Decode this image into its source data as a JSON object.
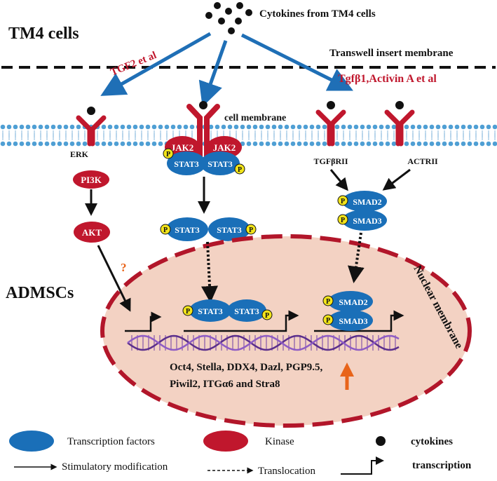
{
  "labels": {
    "cytokines_source": "Cytokines from TM4 cells",
    "tm4_cells": "TM4 cells",
    "transwell": "Transwell  insert membrane",
    "tgf2": "TGF2 et al",
    "tgfb1_activin": "Tgfβ1,Activin A et al",
    "cell_membrane": "cell membrane",
    "admscs": "ADMSCs",
    "nuclear_membrane": "Nuclear membrane",
    "question": "?",
    "genes_line1": "Oct4, Stella, DDX4, Dazl, PGP9.5,",
    "genes_line2": "Piwil2, ITGα6 and Stra8"
  },
  "receptors": {
    "erk": "ERK",
    "tgfbrii": "TGFβRII",
    "actrii": "ACTRII"
  },
  "proteins": {
    "pi3k": "PI3K",
    "akt": "AKT",
    "jak2": "JAK2",
    "stat3": "STAT3",
    "stat3_alt": "STAT3",
    "smad2": "SMAD2",
    "smad3": "SMAD3",
    "phospho": "P"
  },
  "legend": {
    "transcription_factors": "Transcription factors",
    "kinase": "Kinase",
    "cytokines": "cytokines",
    "stimulatory": "Stimulatory modification",
    "translocation": "Translocation",
    "transcription": "transcription"
  },
  "colors": {
    "kinase": "#c0172d",
    "transcription_factor": "#1a6fb8",
    "arrow_blue": "#1f6fb6",
    "nucleus_fill": "#f3d2c3",
    "nucleus_border": "#b2162a",
    "phospho": "#f2e41a",
    "upregulation": "#e8641a",
    "membrane_heads": "#4f9fd4"
  }
}
